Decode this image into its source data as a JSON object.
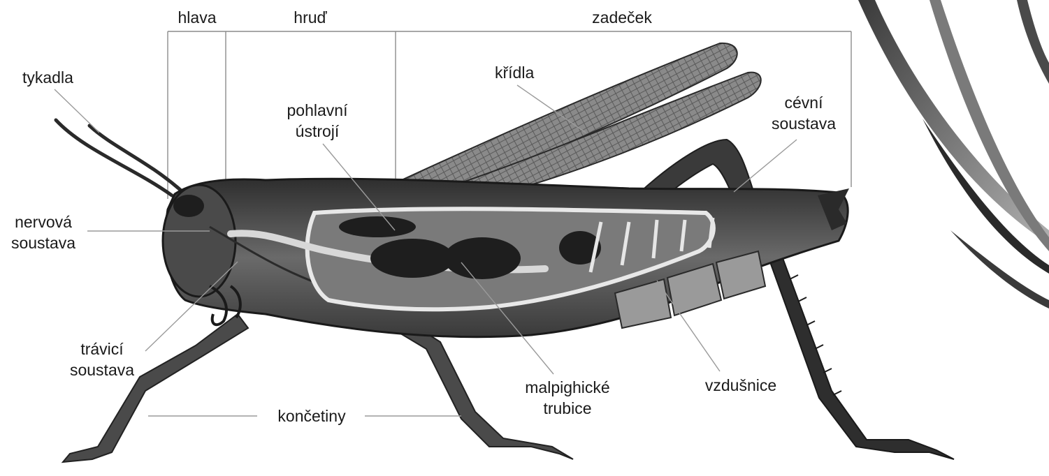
{
  "diagram": {
    "segments": {
      "head": "hlava",
      "thorax": "hruď",
      "abdomen": "zadeček"
    },
    "labels": {
      "antennae": "tykadla",
      "nervous_1": "nervová",
      "nervous_2": "soustava",
      "digestive_1": "trávicí",
      "digestive_2": "soustava",
      "reproductive_1": "pohlavní",
      "reproductive_2": "ústrojí",
      "wings": "křídla",
      "circulatory_1": "cévní",
      "circulatory_2": "soustava",
      "legs": "končetiny",
      "malpighian_1": "malpighické",
      "malpighian_2": "trubice",
      "trachea": "vzdušnice"
    }
  }
}
